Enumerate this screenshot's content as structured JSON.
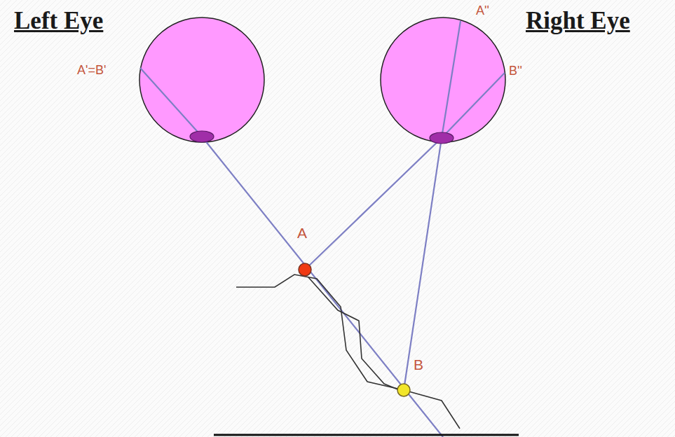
{
  "diagram": {
    "labels": [
      "Left Eye",
      "Right Eye",
      "A'=B'",
      "A''",
      "B''",
      "A",
      "B"
    ]
  }
}
